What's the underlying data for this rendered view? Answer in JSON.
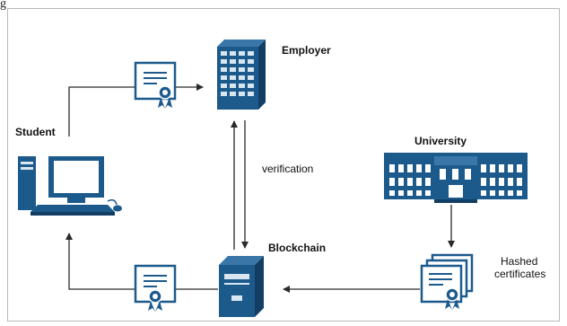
{
  "corner_mark": "g",
  "nodes": {
    "employer": {
      "label": "Employer",
      "icon": "office-building-icon"
    },
    "student": {
      "label": "Student",
      "icon": "desktop-computer-icon"
    },
    "university": {
      "label": "University",
      "icon": "university-building-icon"
    },
    "blockchain": {
      "label": "Blockchain",
      "icon": "server-icon"
    },
    "hashed": {
      "label_line1": "Hashed",
      "label_line2": "certificates",
      "icon": "certificate-stack-icon"
    }
  },
  "edges": {
    "verification": {
      "label": "verification"
    }
  },
  "colors": {
    "primary": "#1d5a8c",
    "line": "#2a2a2a",
    "frame": "#b9b9b9"
  }
}
